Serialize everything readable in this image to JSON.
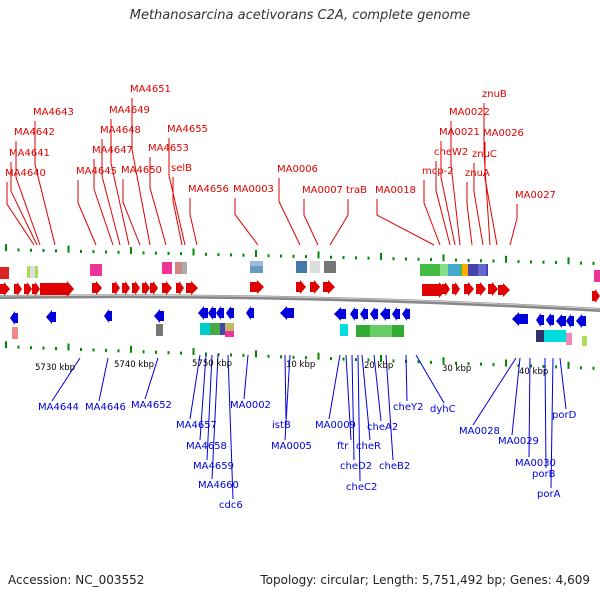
{
  "title": "Methanosarcina acetivorans C2A, complete genome",
  "footer": {
    "accession": "Accession: NC_003552",
    "summary": "Topology: circular; Length: 5,751,492 bp; Genes: 4,609"
  },
  "colors": {
    "forward": "#e00000",
    "reverse": "#0000dd",
    "tick": "#008800",
    "backbone": "#888888"
  },
  "scale_labels": [
    "5730 kbp",
    "5740 kbp",
    "5750 kbp",
    "10 kbp",
    "20 kbp",
    "30 kbp",
    "40 kbp"
  ],
  "forward_genes": [
    "MA4640",
    "MA4641",
    "MA4642",
    "MA4643",
    "MA4645",
    "MA4647",
    "MA4648",
    "MA4649",
    "MA4650",
    "MA4651",
    "MA4653",
    "selB",
    "MA4655",
    "MA4656",
    "MA0003",
    "MA0006",
    "MA0007",
    "traB",
    "MA0018",
    "mcp-2",
    "cheW2",
    "MA0021",
    "MA0022",
    "znuA",
    "znuC",
    "znuB",
    "MA0026",
    "MA0027"
  ],
  "reverse_genes": [
    "MA4644",
    "MA4646",
    "MA4652",
    "MA4657",
    "MA4658",
    "MA4659",
    "MA4660",
    "cdc6",
    "MA0002",
    "istB",
    "MA0005",
    "MA0009",
    "ftr",
    "cheD2",
    "cheC2",
    "cheR",
    "cheA2",
    "cheB2",
    "cheY2",
    "dyhC",
    "MA0028",
    "MA0029",
    "MA0030",
    "porB",
    "porA",
    "porD"
  ]
}
